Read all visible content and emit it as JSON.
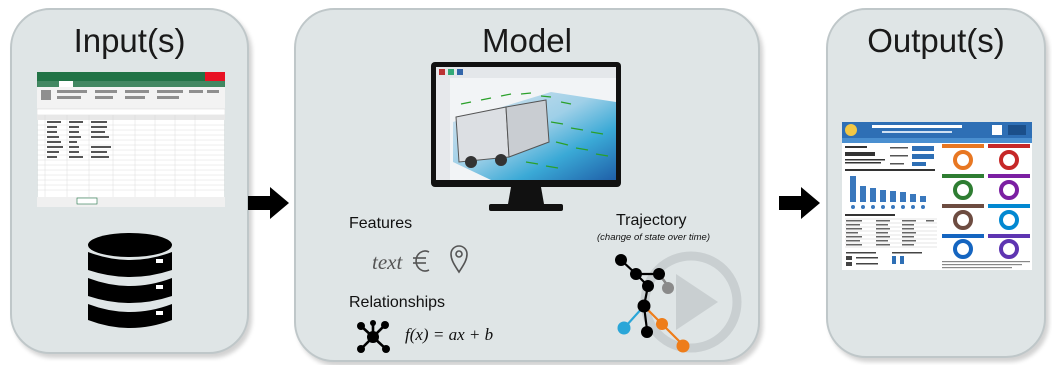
{
  "input_panel": {
    "title": "Input(s)"
  },
  "model_panel": {
    "title": "Model",
    "features_label": "Features",
    "features_text": "text",
    "relationships_label": "Relationships",
    "formula": "f(x) = ax + b",
    "trajectory_label": "Trajectory",
    "trajectory_sub": "(change of state over time)"
  },
  "output_panel": {
    "title": "Output(s)"
  },
  "icons": [
    "spreadsheet-icon",
    "database-icon",
    "monitor-icon",
    "euro-icon",
    "location-pin-icon",
    "network-icon",
    "trajectory-graph-icon",
    "play-icon",
    "report-dashboard-icon",
    "arrow-right-icon"
  ],
  "colors": {
    "panel_bg": "#dfe5e6",
    "panel_border": "#bfc7c9",
    "arrow": "#000000",
    "orange": "#ee7d1a",
    "blue": "#2aa6d8",
    "gray_node": "#8a8a8a"
  }
}
